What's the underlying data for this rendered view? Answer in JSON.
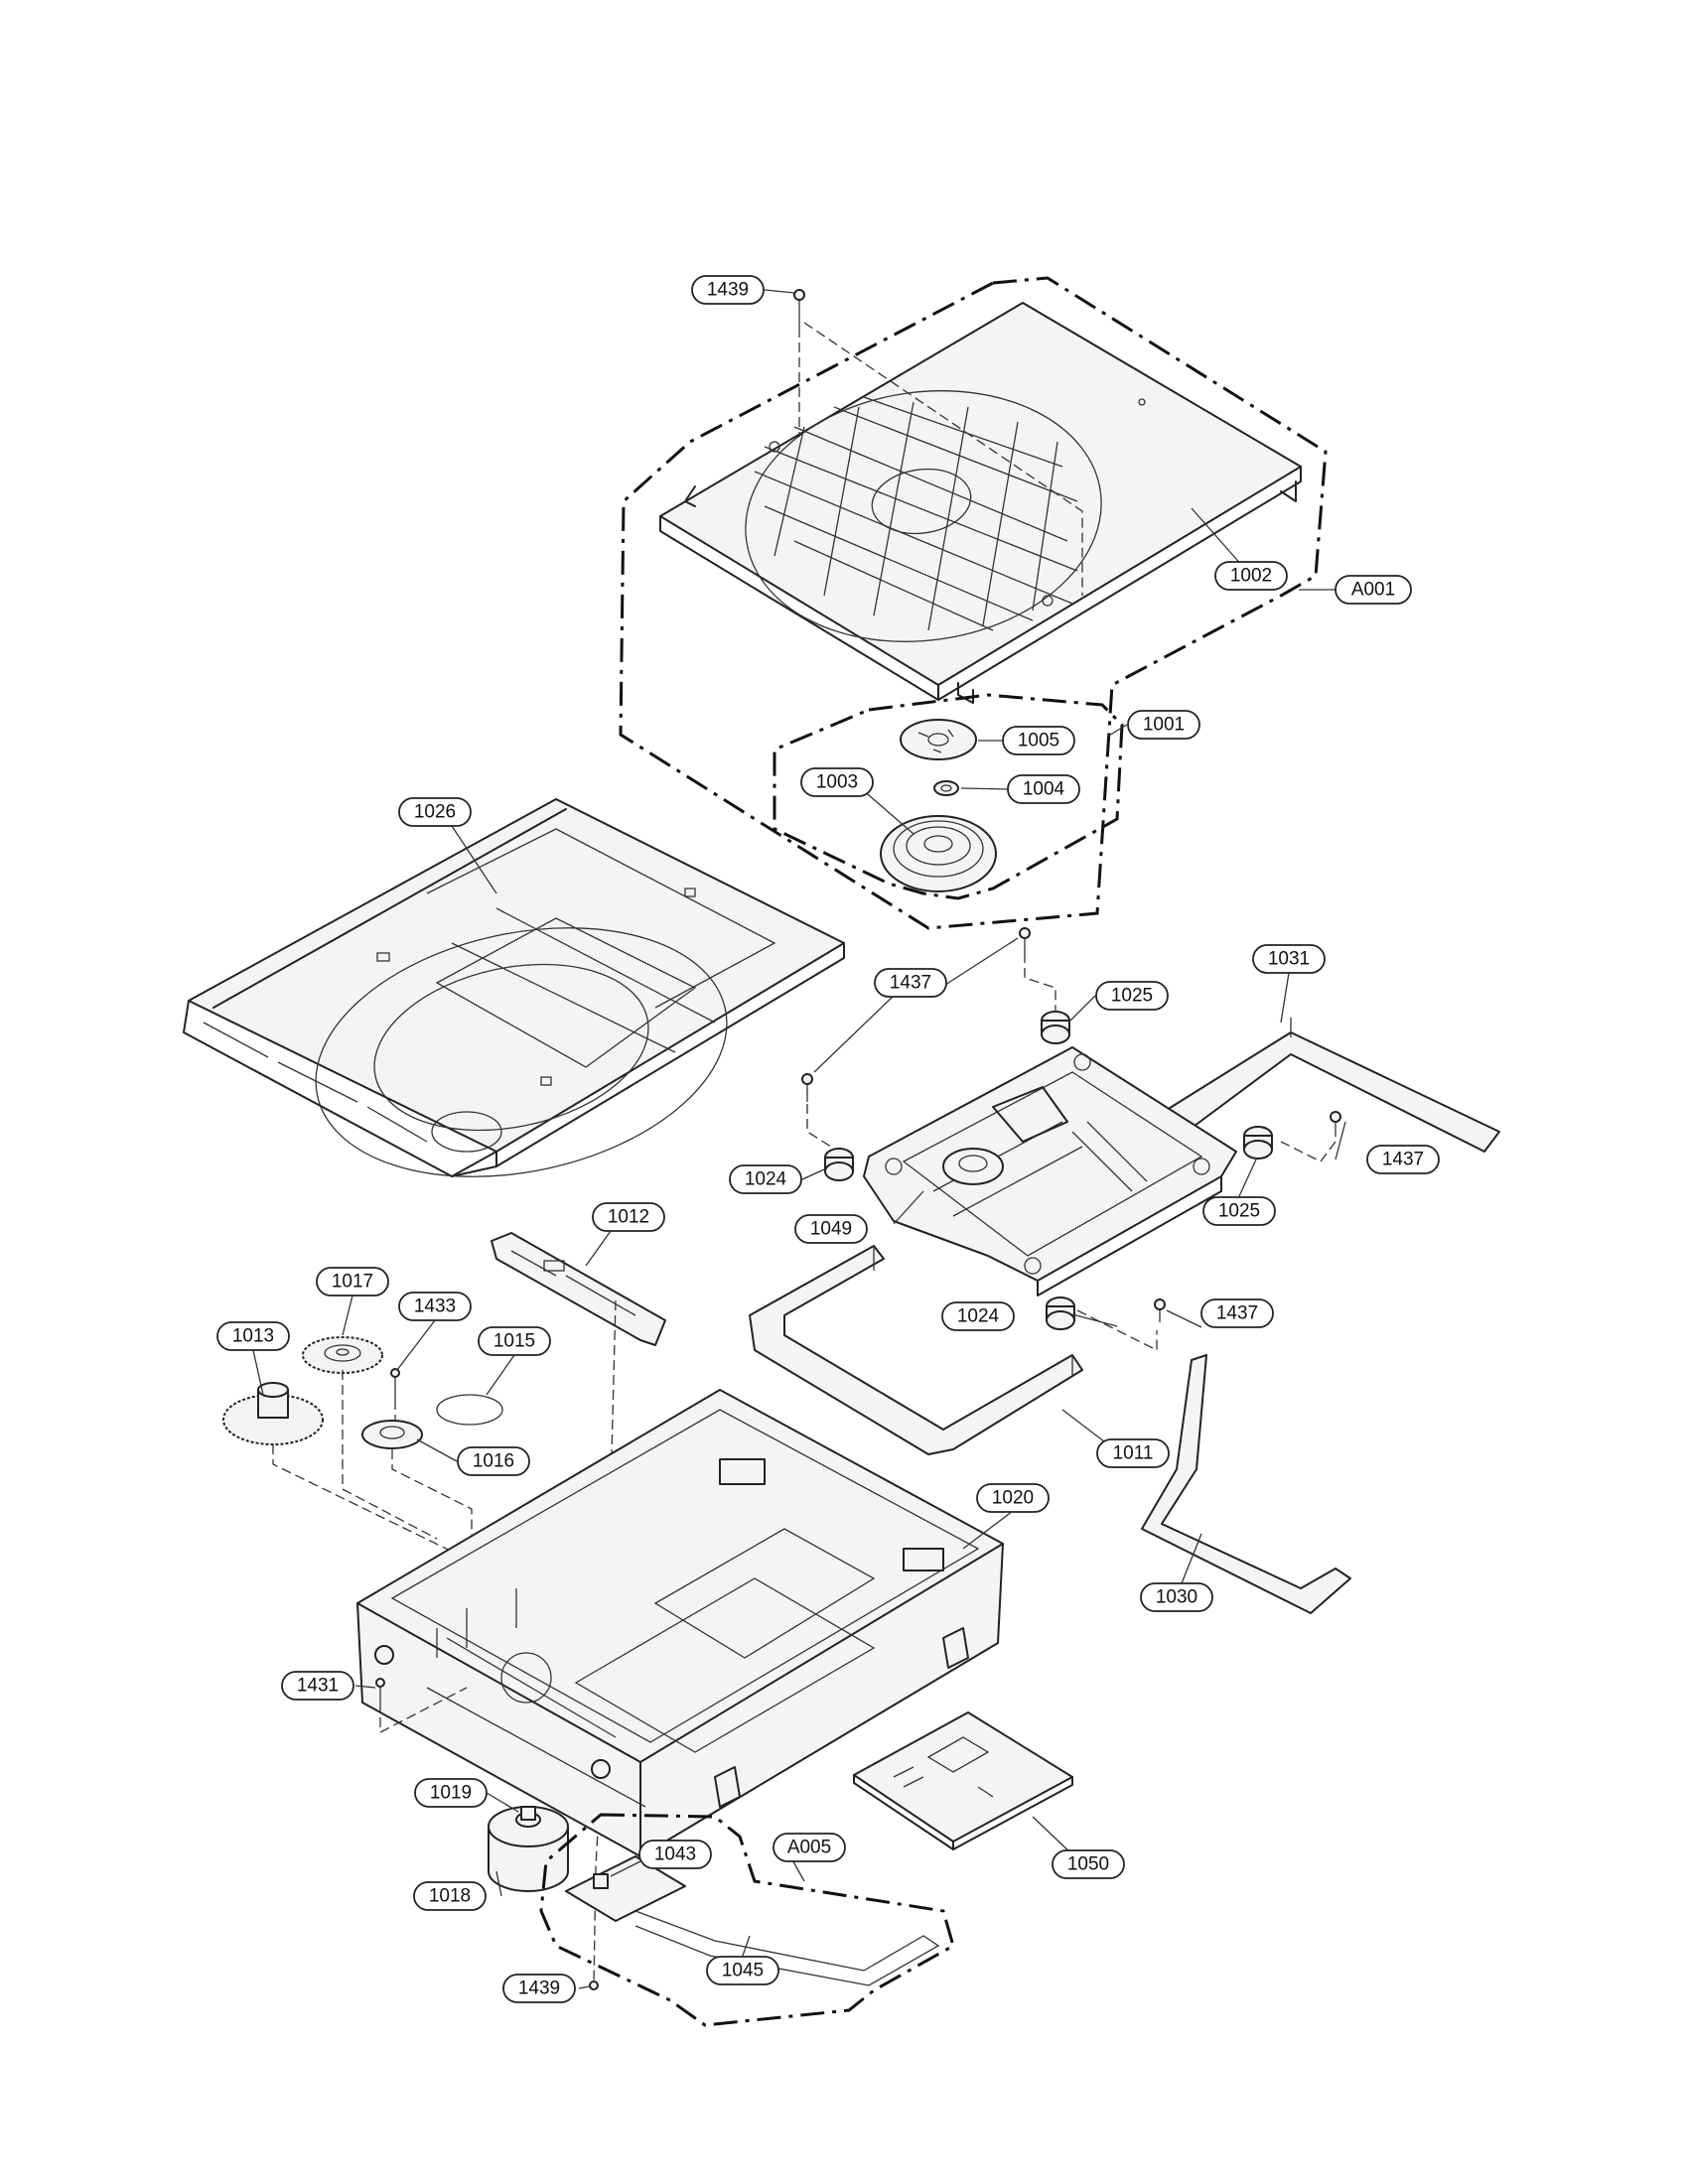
{
  "callouts": [
    {
      "id": "c-1439-top",
      "label": "1439"
    },
    {
      "id": "c-1002",
      "label": "1002"
    },
    {
      "id": "c-A001",
      "label": "A001"
    },
    {
      "id": "c-1001",
      "label": "1001"
    },
    {
      "id": "c-1005",
      "label": "1005"
    },
    {
      "id": "c-1003",
      "label": "1003"
    },
    {
      "id": "c-1004",
      "label": "1004"
    },
    {
      "id": "c-1026",
      "label": "1026"
    },
    {
      "id": "c-1031",
      "label": "1031"
    },
    {
      "id": "c-1437-a",
      "label": "1437"
    },
    {
      "id": "c-1025-a",
      "label": "1025"
    },
    {
      "id": "c-1437-b",
      "label": "1437"
    },
    {
      "id": "c-1024-a",
      "label": "1024"
    },
    {
      "id": "c-1025-b",
      "label": "1025"
    },
    {
      "id": "c-1049",
      "label": "1049"
    },
    {
      "id": "c-1012",
      "label": "1012"
    },
    {
      "id": "c-1017",
      "label": "1017"
    },
    {
      "id": "c-1433",
      "label": "1433"
    },
    {
      "id": "c-1015",
      "label": "1015"
    },
    {
      "id": "c-1013",
      "label": "1013"
    },
    {
      "id": "c-1024-b",
      "label": "1024"
    },
    {
      "id": "c-1437-c",
      "label": "1437"
    },
    {
      "id": "c-1016",
      "label": "1016"
    },
    {
      "id": "c-1011",
      "label": "1011"
    },
    {
      "id": "c-1020",
      "label": "1020"
    },
    {
      "id": "c-1030",
      "label": "1030"
    },
    {
      "id": "c-1431",
      "label": "1431"
    },
    {
      "id": "c-1019",
      "label": "1019"
    },
    {
      "id": "c-1043",
      "label": "1043"
    },
    {
      "id": "c-A005",
      "label": "A005"
    },
    {
      "id": "c-1050",
      "label": "1050"
    },
    {
      "id": "c-1018",
      "label": "1018"
    },
    {
      "id": "c-1045",
      "label": "1045"
    },
    {
      "id": "c-1439-bottom",
      "label": "1439"
    }
  ]
}
